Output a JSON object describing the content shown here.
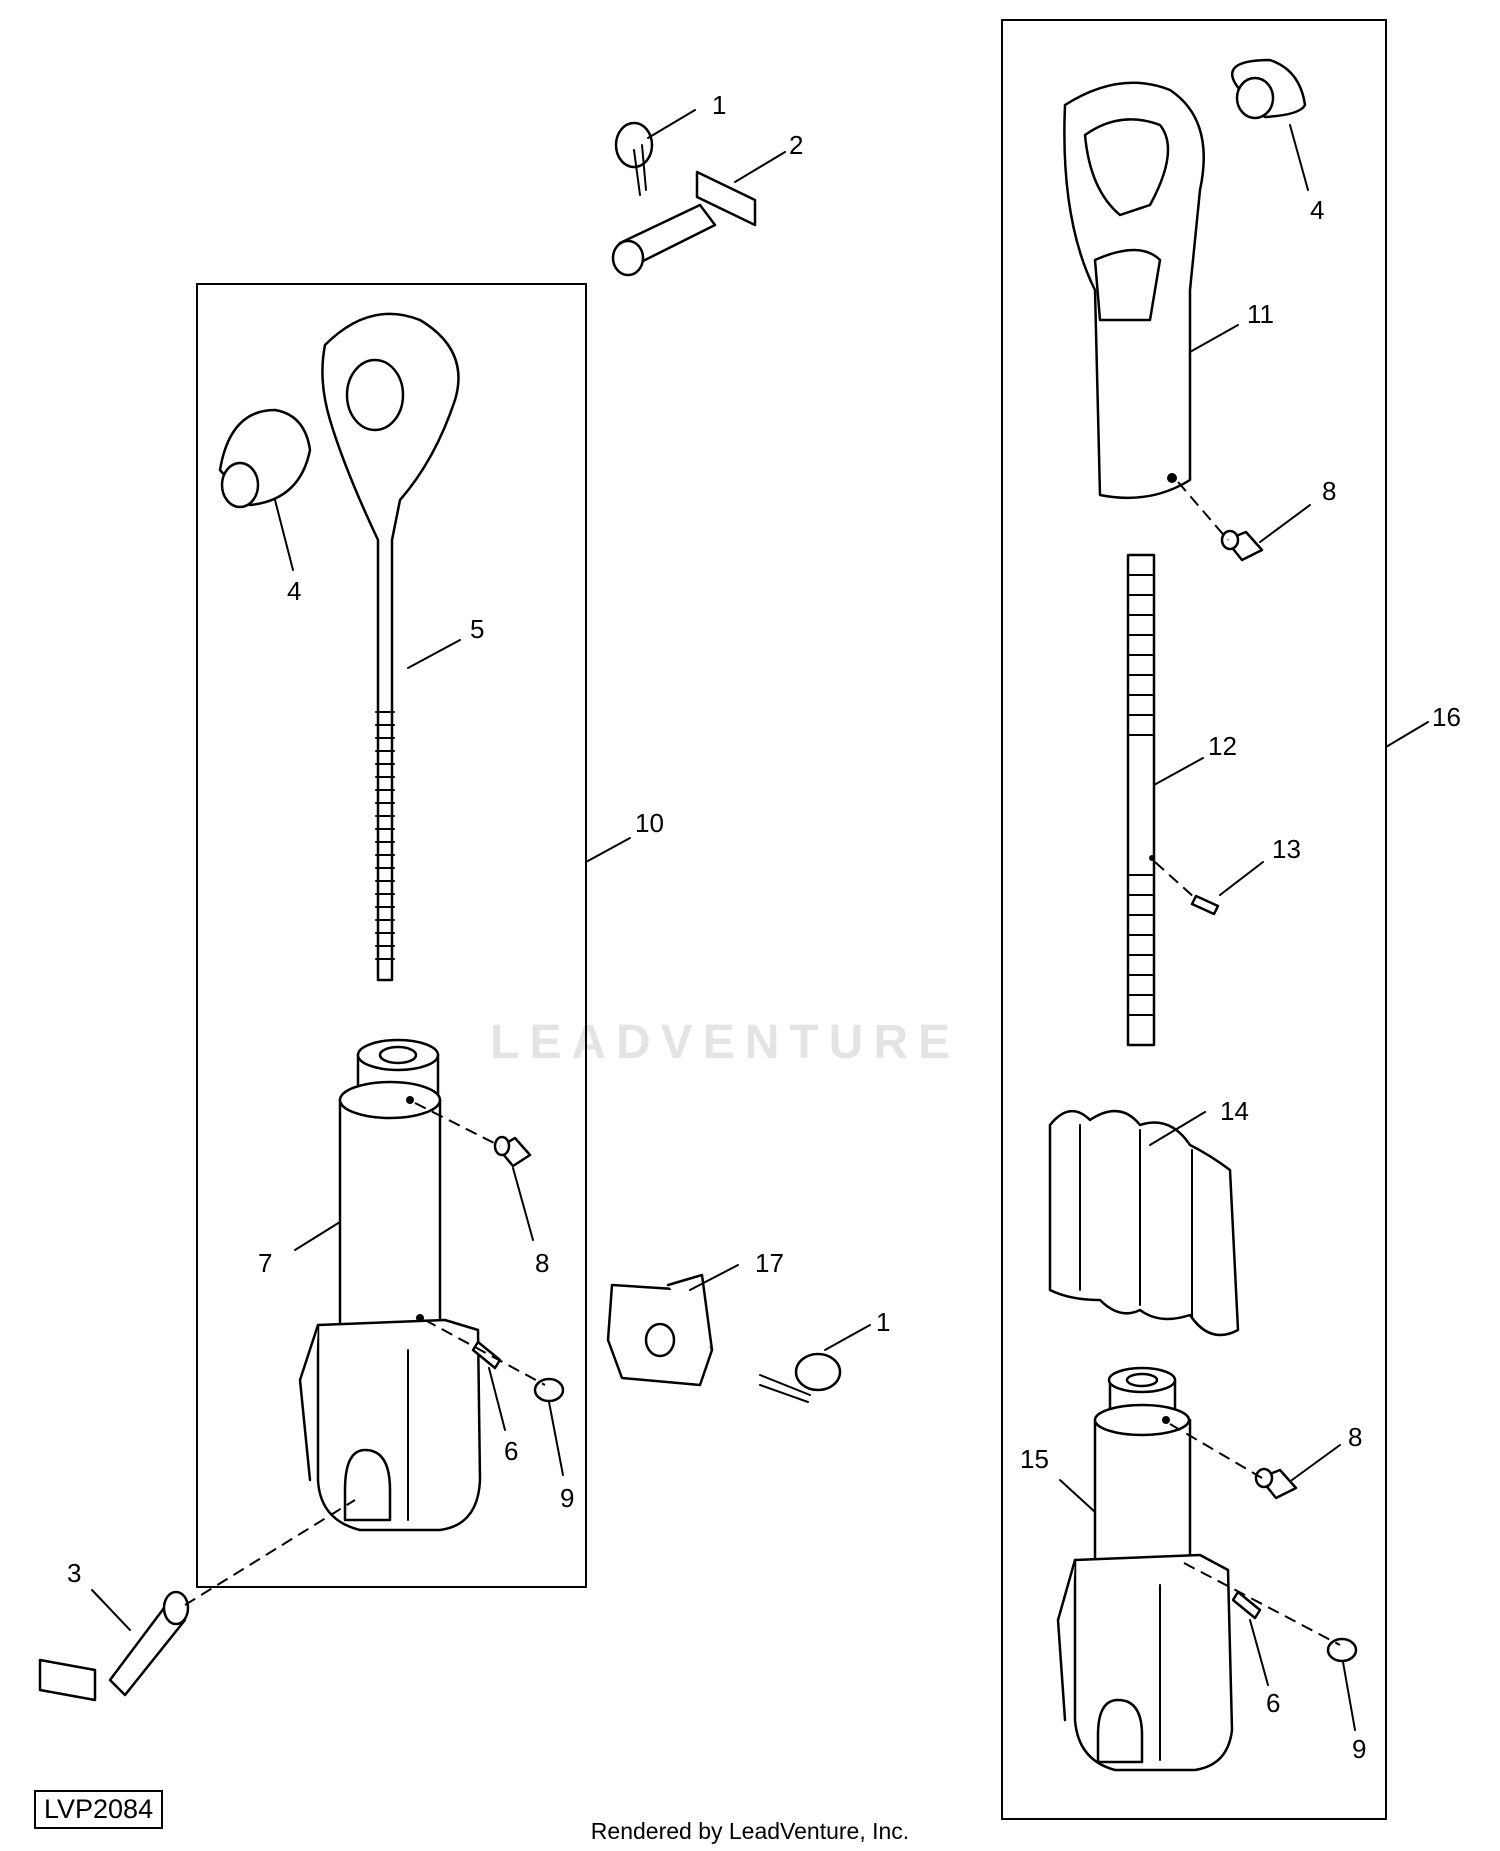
{
  "diagram": {
    "id": "LVP2084",
    "watermark": "LEADVENTURE",
    "footer": "Rendered by LeadVenture, Inc."
  },
  "callouts": [
    {
      "key": "c1a",
      "text": "1"
    },
    {
      "key": "c2",
      "text": "2"
    },
    {
      "key": "c4a",
      "text": "4"
    },
    {
      "key": "c5",
      "text": "5"
    },
    {
      "key": "c10",
      "text": "10"
    },
    {
      "key": "c7",
      "text": "7"
    },
    {
      "key": "c8a",
      "text": "8"
    },
    {
      "key": "c6a",
      "text": "6"
    },
    {
      "key": "c9a",
      "text": "9"
    },
    {
      "key": "c3",
      "text": "3"
    },
    {
      "key": "c17",
      "text": "17"
    },
    {
      "key": "c1b",
      "text": "1"
    },
    {
      "key": "c4b",
      "text": "4"
    },
    {
      "key": "c11",
      "text": "11"
    },
    {
      "key": "c8b",
      "text": "8"
    },
    {
      "key": "c12",
      "text": "12"
    },
    {
      "key": "c16",
      "text": "16"
    },
    {
      "key": "c13",
      "text": "13"
    },
    {
      "key": "c14",
      "text": "14"
    },
    {
      "key": "c8c",
      "text": "8"
    },
    {
      "key": "c15",
      "text": "15"
    },
    {
      "key": "c6b",
      "text": "6"
    },
    {
      "key": "c9b",
      "text": "9"
    }
  ]
}
